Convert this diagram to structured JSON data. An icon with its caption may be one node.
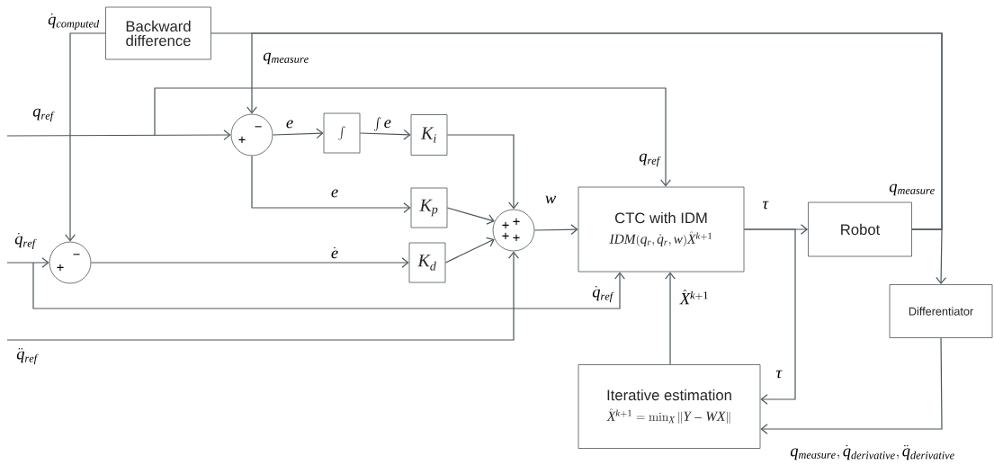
{
  "diagram": {
    "nodes": [
      {
        "text": [
          "Backward difference"
        ]
      },
      {
        "text": [
          "+",
          "−"
        ]
      },
      {
        "text": [
          "\\int"
        ]
      },
      {
        "text": [
          "K_i"
        ]
      },
      {
        "text": [
          "K_p"
        ]
      },
      {
        "text": [
          "+",
          "−"
        ]
      },
      {
        "text": [
          "K_d"
        ]
      },
      {
        "text": [
          "+",
          "+",
          "+",
          "+"
        ]
      },
      {
        "text": [
          "CTC with IDM",
          "IDM(q_r,\\dot{q}_r,w)\\hat{X}^{k+1}"
        ]
      },
      {
        "text": [
          "Robot"
        ]
      },
      {
        "text": [
          "Differentiator"
        ]
      },
      {
        "text": [
          "Iterative estimation",
          "\\hat{X}^{k+1}=\\min_{X}\\|Y-WX\\|"
        ]
      }
    ],
    "edges": [
      {
        "from": null,
        "to": 1,
        "arrow": "to",
        "label": "q_{ref}"
      },
      {
        "from": null,
        "to": 8,
        "arrow": "to",
        "label": "q_{ref}"
      },
      {
        "from": 9,
        "to": 0,
        "arrow": "none",
        "label": "q_{measure}"
      },
      {
        "from": 9,
        "to": 1,
        "arrow": "to",
        "label": "q_{measure}"
      },
      {
        "from": 9,
        "to": 10,
        "arrow": "to"
      },
      {
        "from": 0,
        "to": 5,
        "arrow": "to",
        "label": "\\dot{q}_{computed}"
      },
      {
        "from": 1,
        "to": 2,
        "arrow": "to",
        "label": "e"
      },
      {
        "from": 2,
        "to": 3,
        "arrow": "to",
        "label": "\\int e"
      },
      {
        "from": 3,
        "to": 7,
        "arrow": "to"
      },
      {
        "from": 1,
        "to": 4,
        "arrow": "to",
        "label": "e"
      },
      {
        "from": 4,
        "to": 7,
        "arrow": "to"
      },
      {
        "from": null,
        "to": 5,
        "arrow": "to",
        "label": "\\dot{q}_{ref}"
      },
      {
        "from": null,
        "to": 8,
        "arrow": "to",
        "label": "\\dot{q}_{ref}"
      },
      {
        "from": 5,
        "to": 6,
        "arrow": "to",
        "label": "\\dot{e}"
      },
      {
        "from": 6,
        "to": 7,
        "arrow": "to"
      },
      {
        "from": null,
        "to": 7,
        "arrow": "to",
        "label": "\\ddot{q}_{ref}"
      },
      {
        "from": 7,
        "to": 8,
        "arrow": "to",
        "label": "w"
      },
      {
        "from": 8,
        "to": 9,
        "arrow": "to",
        "label": "\\tau"
      },
      {
        "from": 8,
        "to": 11,
        "arrow": "to",
        "label": "\\tau"
      },
      {
        "from": 11,
        "to": 8,
        "arrow": "to",
        "label": "\\hat{X}^{k+1}"
      },
      {
        "from": 10,
        "to": 11,
        "arrow": "to",
        "label": "q_{measure},\\dot{q}_{derivative},\\ddot{q}_{derivative}"
      }
    ]
  }
}
